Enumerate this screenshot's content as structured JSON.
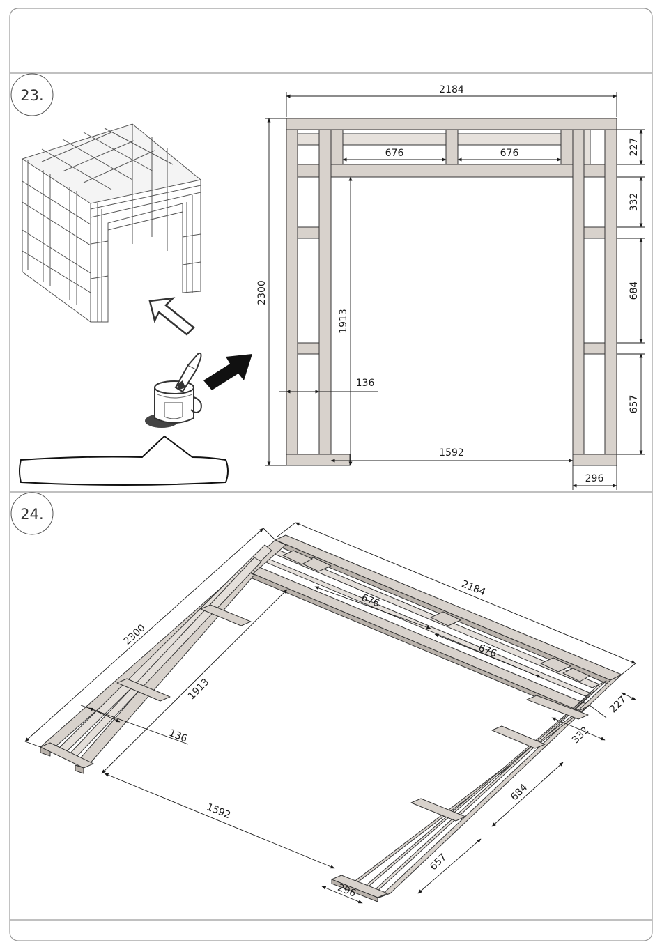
{
  "page": {
    "border_color": "#9a9a9a",
    "wood_fill": "#d8d2cc",
    "wood_stroke": "#333333"
  },
  "step23": {
    "number": "23.",
    "icons": [
      "shed-frame-3d-icon",
      "outline-arrow-icon",
      "paint-can-icon",
      "solid-arrow-icon",
      "speech-bubble-icon"
    ],
    "dims": {
      "total_width": "2184",
      "total_height": "2300",
      "inner_span_1": "676",
      "inner_span_2": "676",
      "header_height": "227",
      "upper_section": "332",
      "middle_section": "684",
      "lower_section": "657",
      "opening_height": "1913",
      "post_gap": "136",
      "opening_width": "1592",
      "post_width": "296"
    }
  },
  "step24": {
    "number": "24.",
    "dims": {
      "total_width": "2184",
      "total_height": "2300",
      "inner_span_1": "676",
      "inner_span_2": "676",
      "header_height": "227",
      "upper_section": "332",
      "middle_section": "684",
      "lower_section": "657",
      "opening_height": "1913",
      "post_gap": "136",
      "opening_width": "1592",
      "post_width": "296"
    }
  }
}
